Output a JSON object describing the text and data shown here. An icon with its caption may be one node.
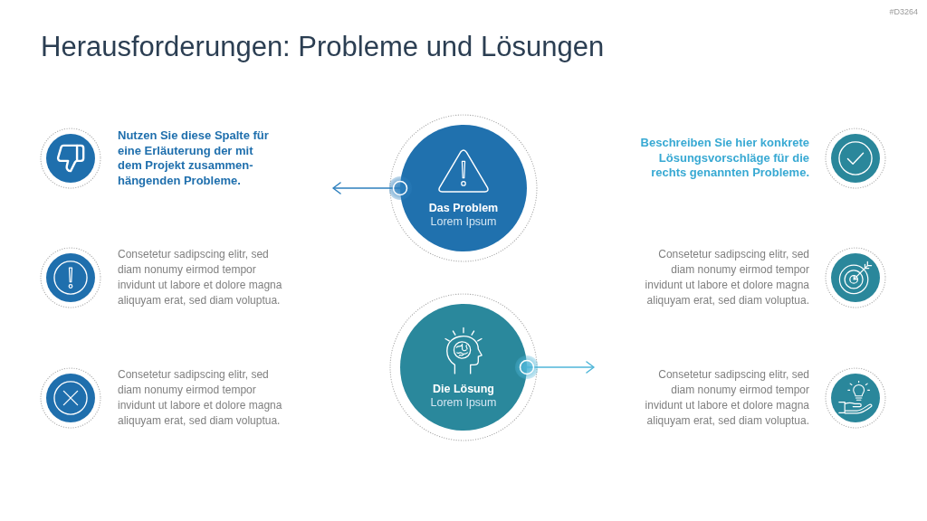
{
  "diagram": {
    "title": "Herausforderungen: Probleme und Lösungen",
    "nodes": [
      {
        "text": [],
        "shape": "circle",
        "beside": [
          "Nutzen Sie diese Spalte für eine Erläuterung der mit dem Projekt zusammen-hängenden Probleme."
        ]
      },
      {
        "text": [],
        "shape": "circle",
        "beside": [
          "Consetetur sadipscing elitr, sed diam nonumy eirmod tempor invidunt ut labore et dolore magna aliquyam erat, sed diam voluptua."
        ]
      },
      {
        "text": [],
        "shape": "circle",
        "beside": [
          "Consetetur sadipscing elitr, sed diam nonumy eirmod tempor invidunt ut labore et dolore magna aliquyam erat, sed diam voluptua."
        ]
      },
      {
        "text": [
          "Das Problem",
          "Lorem Ipsum"
        ]
      },
      {
        "text": [
          "Die Lösung",
          "Lorem Ipsum"
        ]
      },
      {
        "text": [],
        "shape": "circle",
        "beside": [
          "Beschreiben Sie hier konkrete Lösungsvorschläge für die rechts genannten Probleme."
        ]
      },
      {
        "text": [],
        "shape": "circle",
        "beside": [
          "Consetetur sadipscing elitr, sed diam nonumy eirmod tempor invidunt ut labore et dolore magna aliquyam erat, sed diam voluptua."
        ]
      },
      {
        "text": [],
        "shape": "circle",
        "beside": [
          "Consetetur sadipscing elitr, sed diam nonumy eirmod tempor invidunt ut labore et dolore magna aliquyam erat, sed diam voluptua."
        ]
      }
    ],
    "edges": [
      {
        "from": 3,
        "to": null,
        "arrow": "to",
        "color": "#2c7fbd"
      },
      {
        "from": 4,
        "to": null,
        "arrow": "to",
        "color": "#4fb6d8"
      }
    ],
    "labels": [
      "#D3264"
    ]
  }
}
